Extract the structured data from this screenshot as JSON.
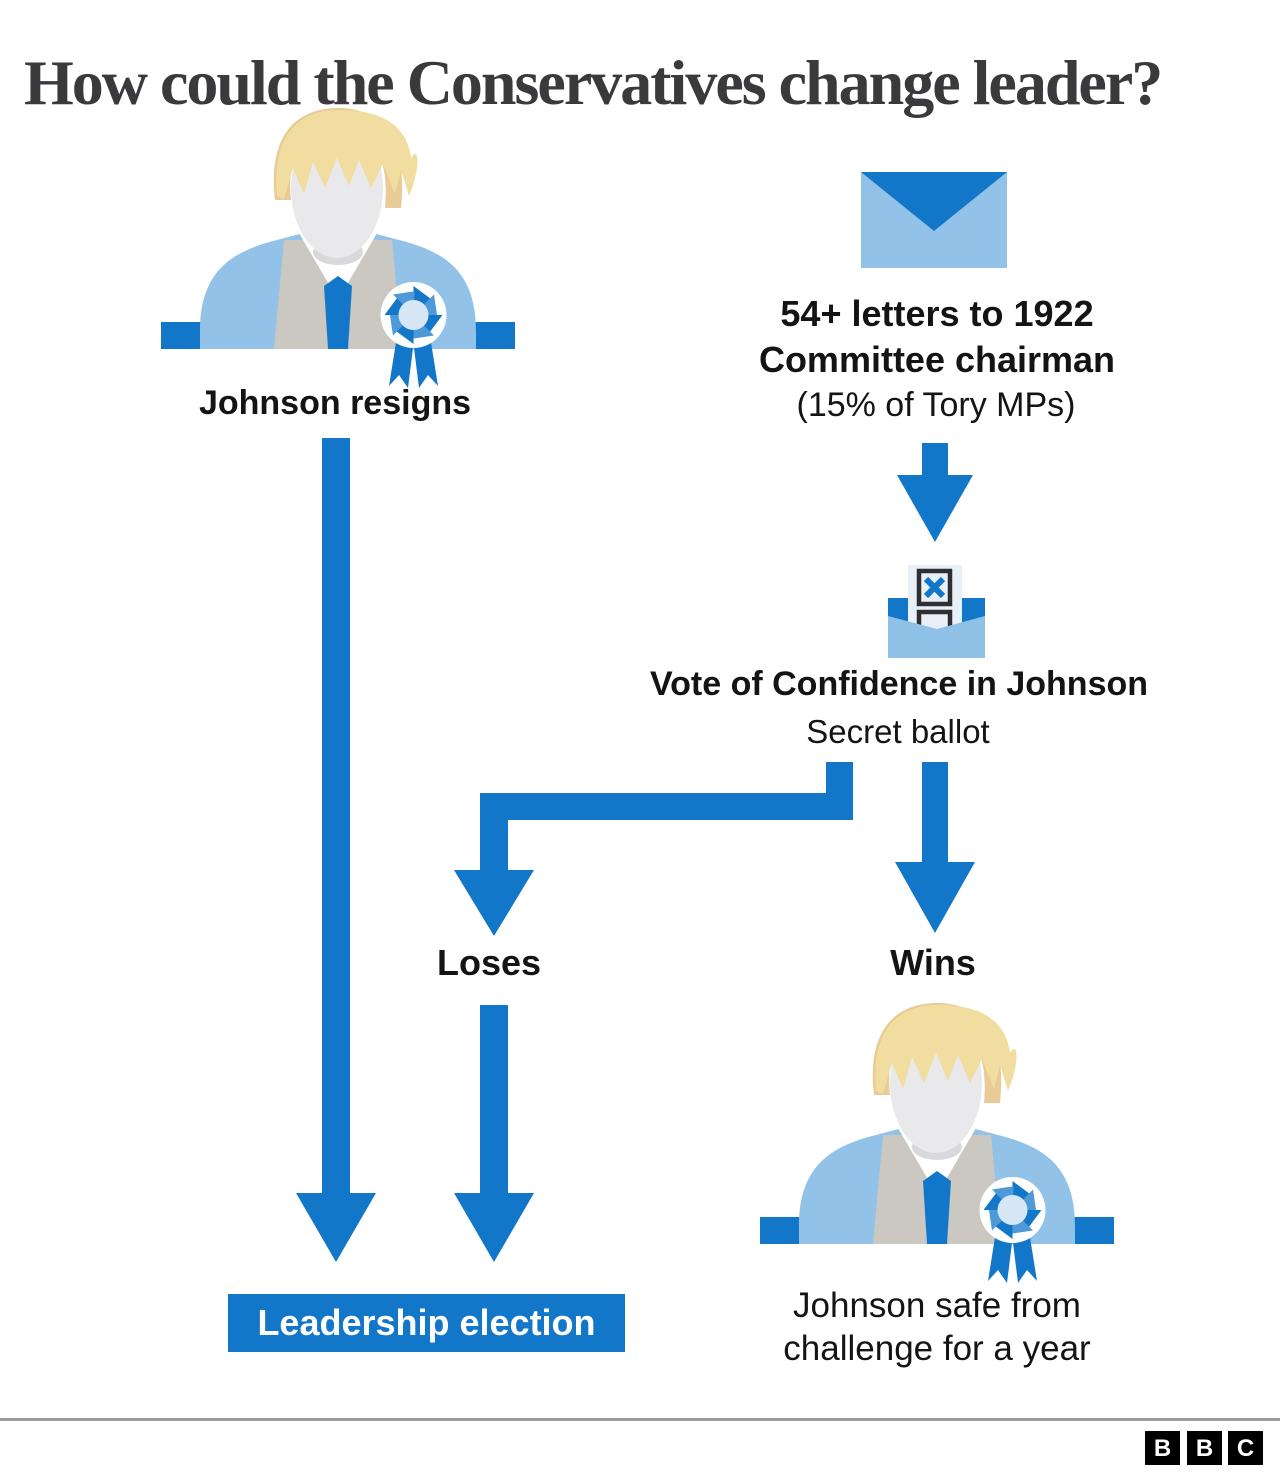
{
  "title": "How could the Conservatives change leader?",
  "colors": {
    "blue": "#1377C9",
    "light_blue": "#92C2E7",
    "pocket": "#8FC0E5",
    "paper": "#E9EFF7",
    "face": "#E9E9EB",
    "hair": "#F1DDA0",
    "hair_shade": "#E8CB97",
    "shirt": "#CBC8C2",
    "neck": "#D9D9DC",
    "rosette_center": "#D6E6F5",
    "rosette_alt": "#4E9AD8",
    "text": "#141414",
    "title_color": "#3A3A3C",
    "divider": "#9B9B9B",
    "logo_bg": "#000000"
  },
  "left_branch": {
    "label": "Johnson resigns",
    "outcome": "Leadership election"
  },
  "right_branch": {
    "letters_line1": "54+ letters to 1922",
    "letters_line2": "Committee chairman",
    "letters_note": "(15% of Tory MPs)",
    "vote_title": "Vote of Confidence in Johnson",
    "vote_subtitle": "Secret ballot",
    "lose_label": "Loses",
    "win_label": "Wins",
    "win_caption_line1": "Johnson safe from",
    "win_caption_line2": "challenge for a year"
  },
  "footer": {
    "logo": [
      "B",
      "B",
      "C"
    ]
  },
  "icons": {
    "letter-envelope-icon": "closed envelope with flap",
    "ballot-envelope-icon": "ballot paper with X in open envelope",
    "johnson-figure-icon": "blond politician bust with rosette",
    "rosette-icon": "party rosette with ribbons",
    "flow-arrow-icon": "thick down arrow",
    "bbc-logo": "BBC block letters"
  }
}
